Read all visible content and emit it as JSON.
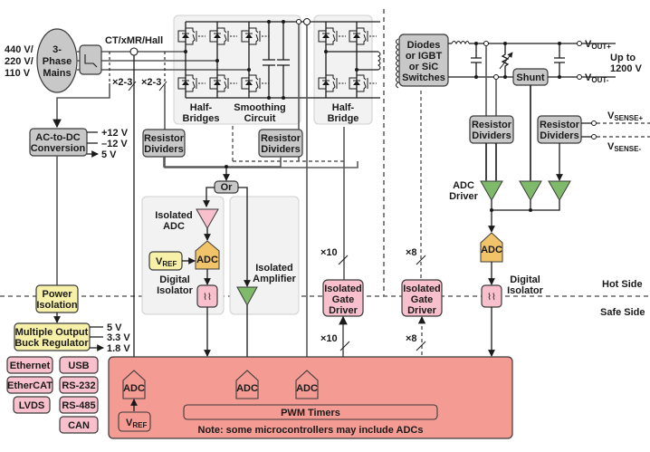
{
  "input": {
    "voltages": [
      "440 V/",
      "220 V/",
      "110 V"
    ],
    "mains_label": [
      "3-",
      "Phase",
      "Mains"
    ]
  },
  "sensors": {
    "ct_label": "CT/xMR/Hall",
    "mult_a": "×2-3",
    "mult_b": "×2-3"
  },
  "power_stage": {
    "half_bridges": [
      "Half-",
      "Bridges"
    ],
    "smoothing": [
      "Smoothing",
      "Circuit"
    ],
    "half_bridge": [
      "Half-",
      "Bridge"
    ],
    "switches": [
      "Diodes",
      "or IGBT",
      "or SiC",
      "Switches"
    ],
    "shunt": "Shunt"
  },
  "outputs": {
    "vout_plus": {
      "main": "V",
      "sub": "OUT+"
    },
    "vout_minus": {
      "main": "V",
      "sub": "OUT-"
    },
    "range": [
      "Up to",
      "1200 V"
    ],
    "vsense_plus": {
      "main": "V",
      "sub": "SENSE+"
    },
    "vsense_minus": {
      "main": "V",
      "sub": "SENSE-"
    }
  },
  "blocks": {
    "ac_dc": [
      "AC-to-DC",
      "Conversion"
    ],
    "ac_dc_rails": [
      "+12 V",
      "–12 V",
      "5 V"
    ],
    "resistor_dividers": [
      "Resistor",
      "Dividers"
    ],
    "or_label": "Or",
    "isolated_adc": [
      "Isolated",
      "ADC"
    ],
    "vref": {
      "main": "V",
      "sub": "REF"
    },
    "adc": "ADC",
    "digital_isolator": [
      "Digital",
      "Isolator"
    ],
    "isolated_amplifier": [
      "Isolated",
      "Amplifier"
    ],
    "gate_driver": [
      "Isolated",
      "Gate",
      "Driver"
    ],
    "gate_mult_a": "×10",
    "gate_mult_b": "×8",
    "adc_driver": [
      "ADC",
      "Driver"
    ],
    "power_isolation": [
      "Power",
      "Isolation"
    ],
    "buck": [
      "Multiple Output",
      "Buck Regulator"
    ],
    "buck_rails": [
      "5 V",
      "3.3 V",
      "1.8 V"
    ]
  },
  "sides": {
    "hot": "Hot Side",
    "safe": "Safe Side"
  },
  "interfaces": [
    "Ethernet",
    "USB",
    "EtherCAT",
    "RS-232",
    "LVDS",
    "RS-485",
    "CAN"
  ],
  "mcu": {
    "pwm": "PWM Timers",
    "note": "Note: some microcontrollers may include ADCs"
  },
  "colors": {
    "mcu_fill": "#f49b94",
    "pink_block": "#f8c0cc",
    "yellow_block": "#f7f0a8",
    "gray_block": "#c8c8c8",
    "green_amp": "#7fba6a",
    "orange_adc": "#f2c46a"
  }
}
